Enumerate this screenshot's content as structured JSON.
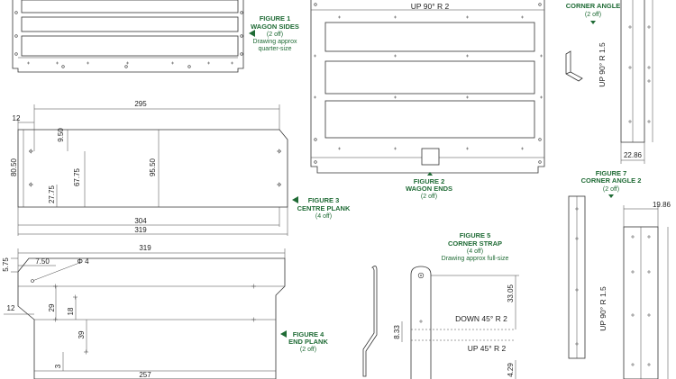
{
  "colors": {
    "caption": "#1f6b35",
    "line": "#333333",
    "background": "#ffffff"
  },
  "figures": {
    "fig1": {
      "title": "FIGURE 1",
      "name": "WAGON SIDES",
      "qty": "(2 off)",
      "note_line1": "Drawing approx",
      "note_line2": "quarter-size"
    },
    "fig2": {
      "title": "FIGURE 2",
      "name": "WAGON ENDS",
      "qty": "(2 off)",
      "fold_note": "UP  90°  R 2"
    },
    "fig3": {
      "title": "FIGURE 3",
      "name": "CENTRE PLANK",
      "qty": "(4 off)",
      "dims": {
        "length_top": "295",
        "left_offset": "12",
        "dim_950": "9.50",
        "height_left": "80.50",
        "dim_6775": "67.75",
        "dim_2775": "27.75",
        "height_mid": "95.50",
        "length_304": "304",
        "length_319": "319"
      }
    },
    "fig4": {
      "title": "FIGURE 4",
      "name": "END PLANK",
      "qty": "(2 off)",
      "dims": {
        "length_top": "319",
        "dim_575": "5.75",
        "dim_750": "7.50",
        "dia": "Φ 4",
        "left_12": "12",
        "dim_29": "29",
        "dim_18": "18",
        "dim_39": "39",
        "dim_3": "3",
        "length_257": "257"
      }
    },
    "fig5": {
      "title": "FIGURE 5",
      "name": "CORNER STRAP",
      "qty": "(4 off)",
      "note_line1": "Drawing approx full-size",
      "fold_down": "DOWN  45°  R 2",
      "fold_up": "UP  45°  R 2",
      "dims": {
        "dim_3305": "33.05",
        "dim_833": "8.33",
        "dim_429": "4.29"
      }
    },
    "fig6": {
      "title_fragment": "CORNER ANGLE",
      "qty": "(2 off)",
      "fold_note": "UP  90°  R 1.5",
      "dims": {
        "width": "22.86"
      }
    },
    "fig7": {
      "title": "FIGURE 7",
      "name": "CORNER ANGLE 2",
      "qty": "(2 off)",
      "fold_note": "UP  90°  R 1.5",
      "dims": {
        "width": "19.86"
      }
    }
  }
}
